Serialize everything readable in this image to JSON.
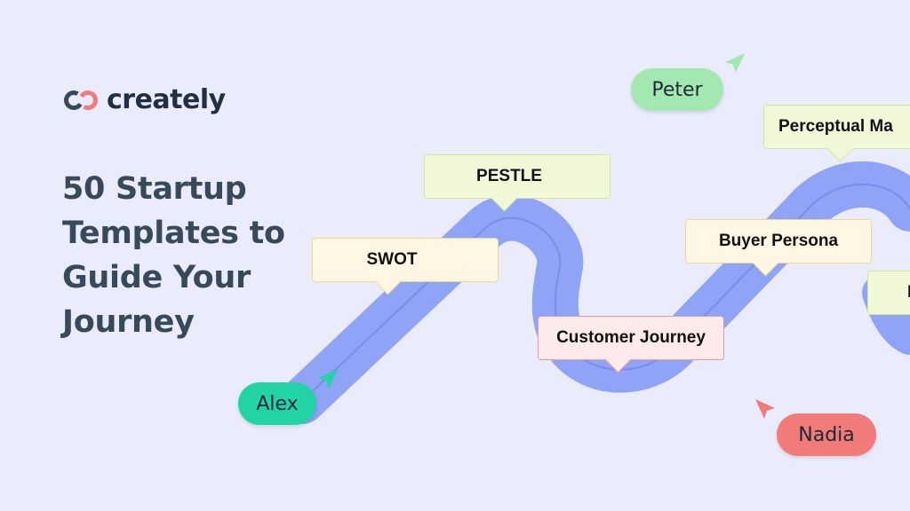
{
  "brand": {
    "name": "creately"
  },
  "headline": {
    "lines": [
      "50 Startup",
      "Templates to",
      "Guide Your",
      "Journey"
    ]
  },
  "steps": {
    "swot": "SWOT",
    "pestle": "PESTLE",
    "customer_journey": "Customer Journey",
    "buyer_persona": "Buyer Persona",
    "perceptual_map": "Perceptual Ma",
    "partial": "P"
  },
  "collaborators": {
    "alex": "Alex",
    "peter": "Peter",
    "nadia": "Nadia"
  },
  "colors": {
    "background": "#ebecfb",
    "road": "#8fa3f7",
    "alex": "#21d3a5",
    "peter": "#a3e8b0",
    "nadia": "#f07b78"
  },
  "icons": [
    "creately-logo-icon",
    "cursor-arrow-icon"
  ]
}
